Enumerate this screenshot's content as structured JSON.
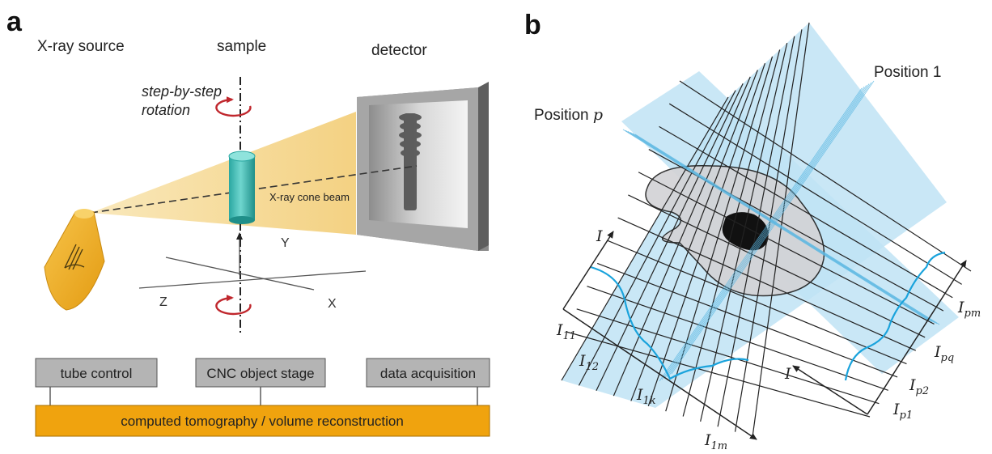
{
  "panel_a": {
    "letter": "a",
    "source_label": "X-ray source",
    "sample_label": "sample",
    "detector_label": "detector",
    "rotation_label_line1": "step-by-step",
    "rotation_label_line2": "rotation",
    "beam_label": "X-ray cone beam",
    "axis_y": "Y",
    "axis_z": "Z",
    "axis_x": "X",
    "boxes": [
      "tube control",
      "CNC object stage",
      "data acquisition"
    ],
    "bar_label": "computed tomography / volume reconstruction",
    "colors": {
      "beam": "#f7dfa3",
      "bar": "#f0a30e",
      "box": "#b4b4b4",
      "rotation_arrow": "#c0272d",
      "sample": "#3bbdb6",
      "source": "#f2b233"
    }
  },
  "panel_b": {
    "letter": "b",
    "position_1": "Position 1",
    "position_p_prefix": "Position ",
    "position_p_var": "p",
    "intensity_var": "I",
    "left_labels": [
      {
        "main": "I",
        "sub": "11"
      },
      {
        "main": "I",
        "sub": "12"
      },
      {
        "main": "I",
        "sub": "1k"
      },
      {
        "main": "I",
        "sub": "1m"
      }
    ],
    "right_labels": [
      {
        "main": "I",
        "sub": "pm"
      },
      {
        "main": "I",
        "sub": "pq"
      },
      {
        "main": "I",
        "sub": "p2"
      },
      {
        "main": "I",
        "sub": "p1"
      }
    ],
    "colors": {
      "strip": "#bfe3f4",
      "profile": "#1aa3dc",
      "object": "#d3d3d6",
      "core": "#111111"
    }
  }
}
